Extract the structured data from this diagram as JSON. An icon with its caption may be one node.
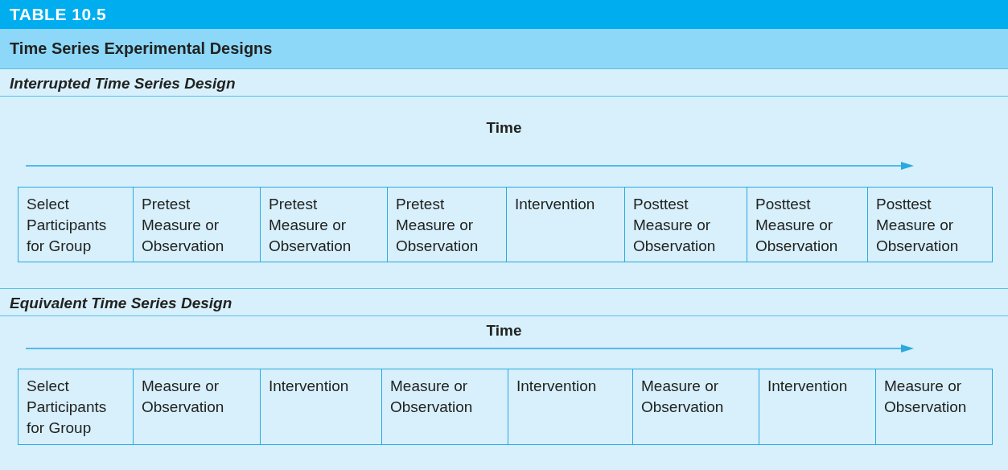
{
  "diagram": {
    "title": "TABLE 10.5",
    "labels": [
      "Time Series Experimental Designs",
      "Interrupted Time Series Design",
      "Time",
      "Select Participants for Group",
      "Pretest Measure or Observation",
      "Pretest Measure or Observation",
      "Pretest Measure or Observation",
      "Intervention",
      "Posttest Measure or Observation",
      "Posttest Measure or Observation",
      "Posttest Measure or Observation",
      "Equivalent Time Series Design",
      "Time",
      "Select Participants for Group",
      "Measure or Observation",
      "Intervention",
      "Measure or Observation",
      "Intervention",
      "Measure or Observation",
      "Intervention",
      "Measure or Observation"
    ]
  }
}
